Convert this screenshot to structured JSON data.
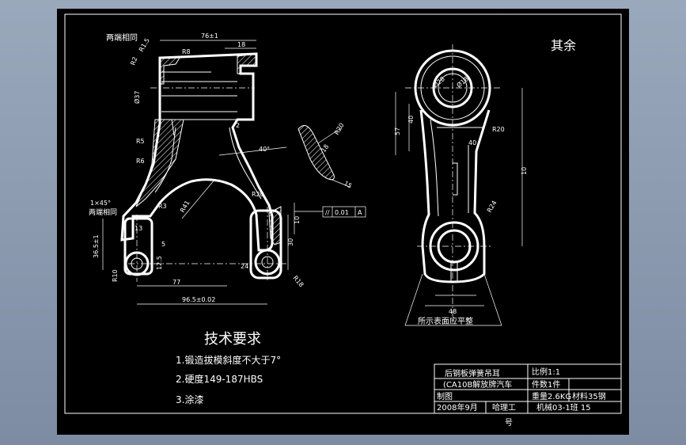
{
  "drawing": {
    "dim_texts": {
      "both_ends_same_top": "两端相同",
      "both_ends_same_left": "两端相同",
      "width_top": "76±1",
      "d_18": "18",
      "r_r8": "R8",
      "r_r1_5": "R1.5",
      "r_r2": "R2",
      "d_phi": "Ø37",
      "d_2": "2",
      "d_r5": "R5",
      "d_r6": "R6",
      "d_chamfer": "1×45°",
      "angle_40": "40°",
      "r_r20": "R20",
      "r_r41": "R41",
      "r_r3": "R3",
      "d_36": "36.5±1",
      "d_10": "10",
      "d_30": "30",
      "d_13": "13",
      "d_12_5": "12.5",
      "d_5": "5",
      "d_24": "24",
      "d_r10": "R10",
      "d_r18": "R18",
      "tol_symbol": "//",
      "tol_value": "0.01",
      "tol_datum": "A",
      "len_77": "77",
      "len_96": "96.5±0.02",
      "sec_r20": "R20",
      "sec_18": "18",
      "sec_15": "15",
      "side_57": "57",
      "side_40": "40",
      "side_r20": "R20",
      "side_10": "10",
      "side_40b": "40",
      "side_48": "48",
      "side_r24": "R24",
      "side_phi_top": "Ø28",
      "side_phi_bottom": "Ø18",
      "side_note": "所示表面应平整",
      "other_surfaces": "其余"
    },
    "tech_req": {
      "title": "技术要求",
      "items": [
        "1.锻造拔模斜度不大于7°",
        "2.硬度149-187HBS",
        "3.涂漆"
      ]
    },
    "title_block": {
      "part_name_line1": "后钢板弹簧吊耳",
      "part_name_line2": "(CA10B解放牌汽车",
      "ratio_label": "比例1:1",
      "material_label": "件数1件",
      "weight_label": "重量2.6KG",
      "material": "材料35钢",
      "designer_label": "制图",
      "date": "2008年9月",
      "school": "哈理工",
      "class": "机械03-1班 15",
      "sheet_no": "号"
    }
  },
  "colors": {
    "paper": "#000000",
    "lines": "#ffffff",
    "outer": "#8a98ad"
  }
}
